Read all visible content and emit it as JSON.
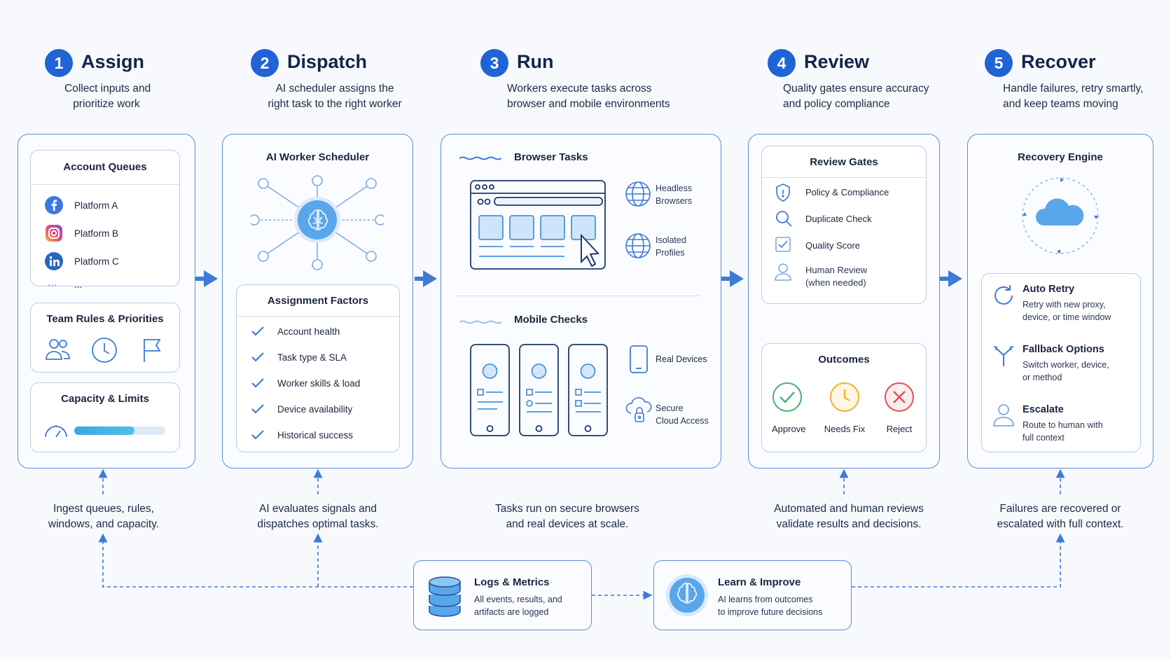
{
  "stages": [
    {
      "number": "1",
      "title": "Assign",
      "desc_line1": "Collect inputs and",
      "desc_line2": "prioritize work"
    },
    {
      "number": "2",
      "title": "Dispatch",
      "desc_line1": "AI scheduler assigns the",
      "desc_line2": "right task to the right worker"
    },
    {
      "number": "3",
      "title": "Run",
      "desc_line1": "Workers execute tasks across",
      "desc_line2": "browser and mobile environments"
    },
    {
      "number": "4",
      "title": "Review",
      "desc_line1": "Quality gates ensure accuracy",
      "desc_line2": "and policy compliance"
    },
    {
      "number": "5",
      "title": "Recover",
      "desc_line1": "Handle failures, retry smartly,",
      "desc_line2": "and keep teams moving"
    }
  ],
  "assign": {
    "queues_title": "Account Queues",
    "platforms": [
      "Platform A",
      "Platform B",
      "Platform C"
    ],
    "more_dots": "···",
    "more_text": "...",
    "rules_title": "Team Rules & Priorities",
    "capacity_title": "Capacity & Limits",
    "capacity_fill": 0.66
  },
  "dispatch": {
    "scheduler_title": "AI Worker Scheduler",
    "factors_title": "Assignment Factors",
    "factors": [
      "Account health",
      "Task type & SLA",
      "Worker skills & load",
      "Device availability",
      "Historical success"
    ]
  },
  "run": {
    "browser_title": "Browser Tasks",
    "headless_line1": "Headless",
    "headless_line2": "Browsers",
    "isolated_line1": "Isolated",
    "isolated_line2": "Profiles",
    "mobile_title": "Mobile Checks",
    "real_devices": "Real Devices",
    "secure_line1": "Secure",
    "secure_line2": "Cloud Access"
  },
  "review": {
    "gates_title": "Review Gates",
    "gates": [
      "Policy & Compliance",
      "Duplicate Check",
      "Quality Score",
      "Human Review"
    ],
    "human_review_note": "(when needed)",
    "outcomes_title": "Outcomes",
    "outcomes": [
      "Approve",
      "Needs Fix",
      "Reject"
    ]
  },
  "recover": {
    "engine_title": "Recovery Engine",
    "items": [
      {
        "title": "Auto Retry",
        "line1": "Retry with new proxy,",
        "line2": "device, or time window"
      },
      {
        "title": "Fallback Options",
        "line1": "Switch worker, device,",
        "line2": "or method"
      },
      {
        "title": "Escalate",
        "line1": "Route to human with",
        "line2": "full context"
      }
    ]
  },
  "footer_notes": [
    {
      "line1": "Ingest queues, rules,",
      "line2": "windows, and capacity."
    },
    {
      "line1": "AI evaluates signals and",
      "line2": "dispatches optimal tasks."
    },
    {
      "line1": "Tasks run on secure browsers",
      "line2": "and real devices at scale."
    },
    {
      "line1": "Automated and human reviews",
      "line2": "validate results and decisions."
    },
    {
      "line1": "Failures are recovered or",
      "line2": "escalated with full context."
    }
  ],
  "logs": {
    "title": "Logs & Metrics",
    "line1": "All events, results, and",
    "line2": "artifacts are logged"
  },
  "learn": {
    "title": "Learn & Improve",
    "line1": "AI learns from outcomes",
    "line2": "to improve future decisions"
  },
  "colors": {
    "accent": "#1f63d6",
    "border": "#5b8fd6",
    "approve": "#4caf7a",
    "needs_fix": "#f0b030",
    "reject": "#e05050"
  }
}
